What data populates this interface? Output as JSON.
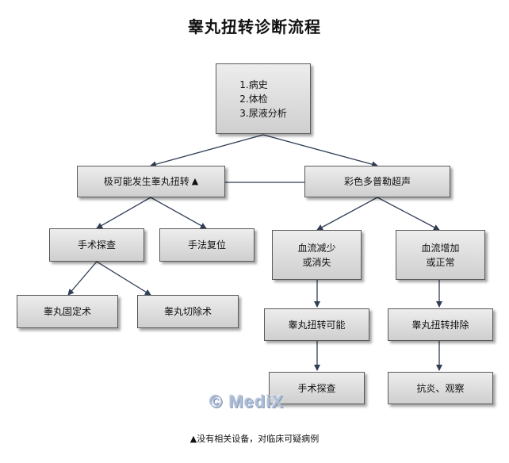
{
  "title": "睾丸扭转诊断流程",
  "nodes": {
    "root": [
      "1.病史",
      "2.体检",
      "3.尿液分析"
    ],
    "suspect_label": "极可能发生睾丸扭转",
    "suspect_marker": "▲",
    "ultrasound": "彩色多普勒超声",
    "surgery_explore": "手术探查",
    "manual_reduction": "手法复位",
    "orchiopexy": "睾丸固定术",
    "orchiectomy": "睾丸切除术",
    "flow_decrease": [
      "血流减少",
      "或消失"
    ],
    "flow_increase": [
      "血流增加",
      "或正常"
    ],
    "torsion_possible": "睾丸扭转可能",
    "torsion_excluded": "睾丸扭转排除",
    "surgery_explore_2": "手术探查",
    "anti_inflammatory": "抗炎、观察"
  },
  "watermark": "© MediX",
  "footnote": "▲没有相关设备，对临床可疑病例"
}
